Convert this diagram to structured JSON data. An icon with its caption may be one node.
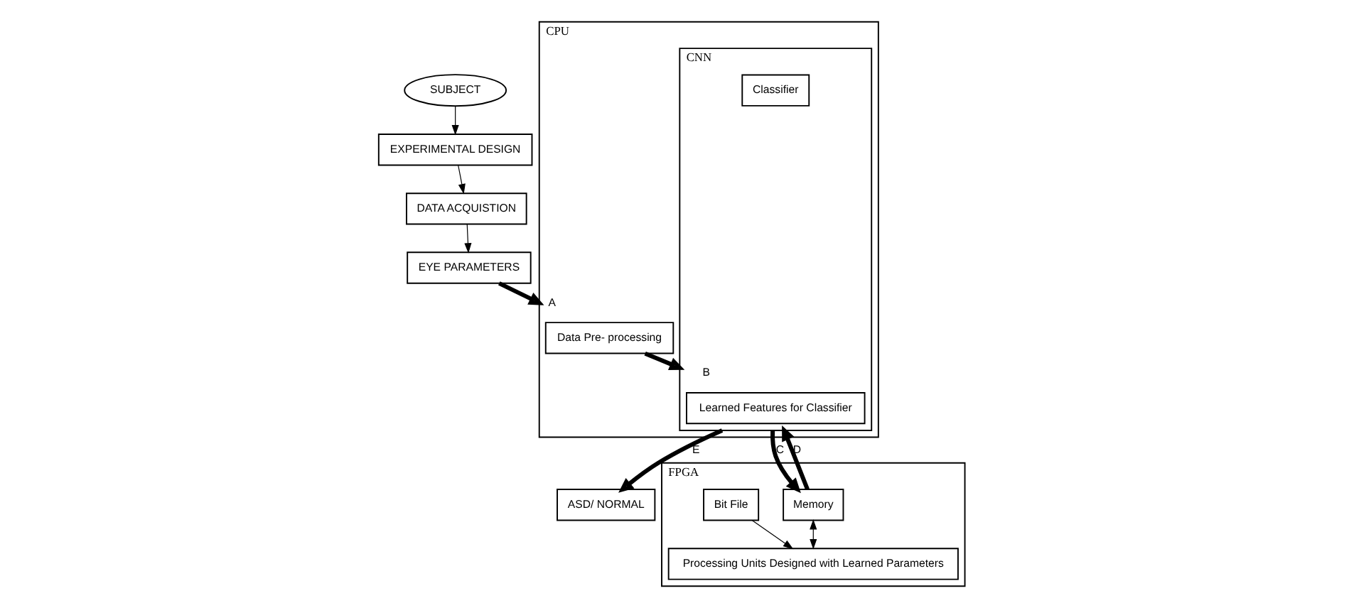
{
  "diagram": {
    "nodes": [
      {
        "text": [
          "SUBJECT"
        ]
      },
      {
        "text": [
          "EXPERIMENTAL DESIGN"
        ]
      },
      {
        "text": [
          "DATA ACQUISTION"
        ]
      },
      {
        "text": [
          "EYE PARAMETERS"
        ]
      },
      {
        "text": [
          "CPU"
        ]
      },
      {
        "text": [
          "Data Pre- processing"
        ],
        "in": 4
      },
      {
        "text": [
          "CNN"
        ],
        "in": 4
      },
      {
        "text": [
          "Learned Features for Classifier"
        ],
        "in": 6
      },
      {
        "text": [
          "Classifier"
        ],
        "in": 6
      },
      {
        "text": [
          "ASD/ NORMAL"
        ]
      },
      {
        "text": [
          "FPGA"
        ]
      },
      {
        "text": [
          "Memory"
        ],
        "in": 10
      },
      {
        "text": [
          "Bit File"
        ],
        "in": 10
      },
      {
        "text": [
          "Processing Units Designed with Learned Parameters"
        ],
        "in": 10
      }
    ],
    "edges": [
      {
        "from": 0,
        "to": 1,
        "arrow": "to"
      },
      {
        "from": 1,
        "to": 2,
        "arrow": "to"
      },
      {
        "from": 2,
        "to": 3,
        "arrow": "to"
      },
      {
        "from": 3,
        "to": 4,
        "arrow": "to",
        "label": "A",
        "style": "thick"
      },
      {
        "from": 5,
        "to": 6,
        "arrow": "to",
        "label": "B",
        "style": "thick"
      },
      {
        "from": 6,
        "to": 9,
        "arrow": "to",
        "label": "E",
        "style": "thick"
      },
      {
        "from": 6,
        "to": 11,
        "arrow": "to",
        "label": "C",
        "style": "thick"
      },
      {
        "from": 11,
        "to": 6,
        "arrow": "to",
        "label": "D",
        "style": "thick"
      },
      {
        "from": 11,
        "to": 13,
        "arrow": "both"
      },
      {
        "from": 12,
        "to": 13,
        "arrow": "to"
      }
    ]
  }
}
